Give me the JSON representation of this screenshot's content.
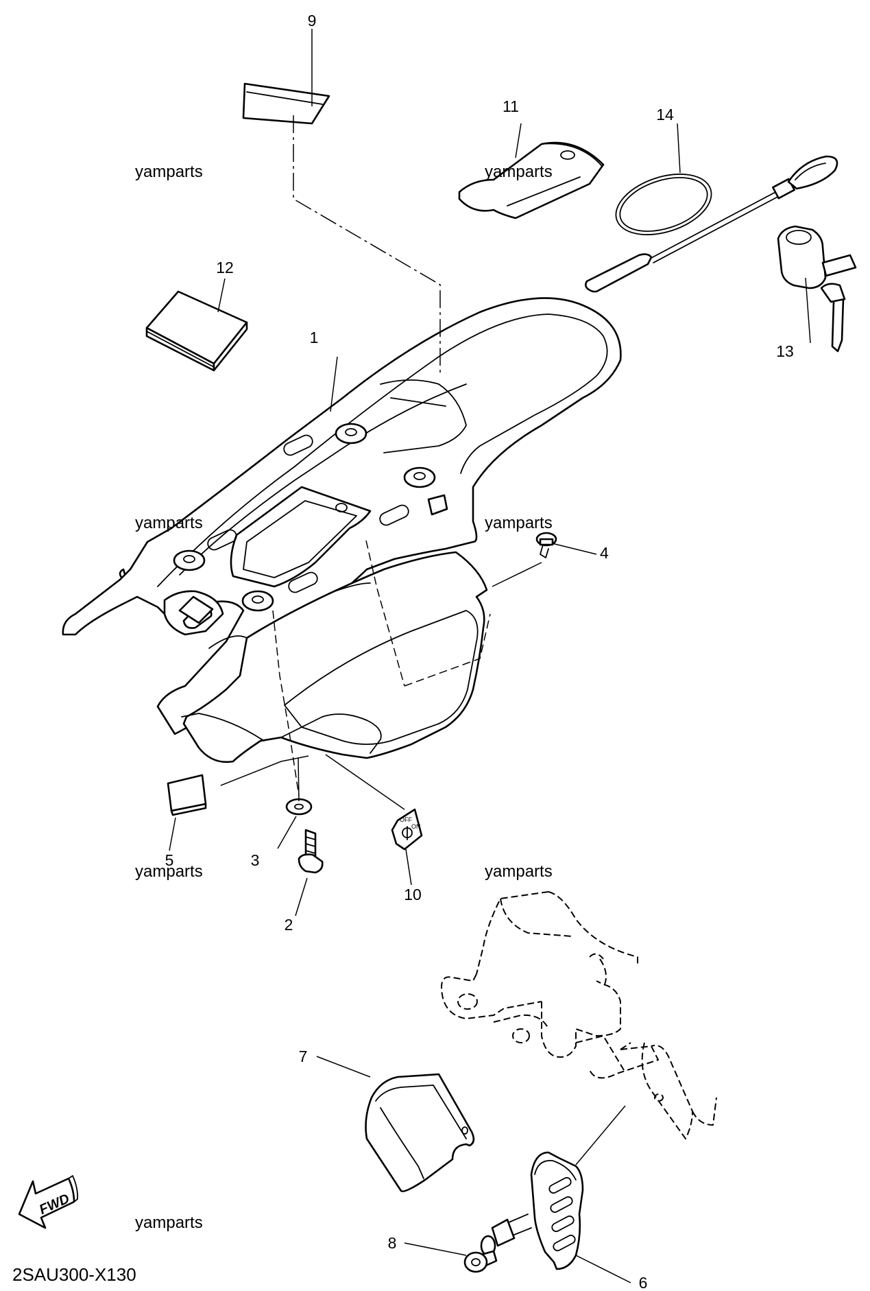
{
  "labels": {
    "p1": "1",
    "p2": "2",
    "p3": "3",
    "p4": "4",
    "p5": "5",
    "p6": "6",
    "p7": "7",
    "p8": "8",
    "p9": "9",
    "p10": "10",
    "p11": "11",
    "p12": "12",
    "p13": "13",
    "p14": "14"
  },
  "watermark": "yamparts",
  "diagram_code": "2SAU300-X130",
  "fwd_label": "FWD",
  "switch_label": {
    "off": "OFF",
    "on": "ON"
  }
}
